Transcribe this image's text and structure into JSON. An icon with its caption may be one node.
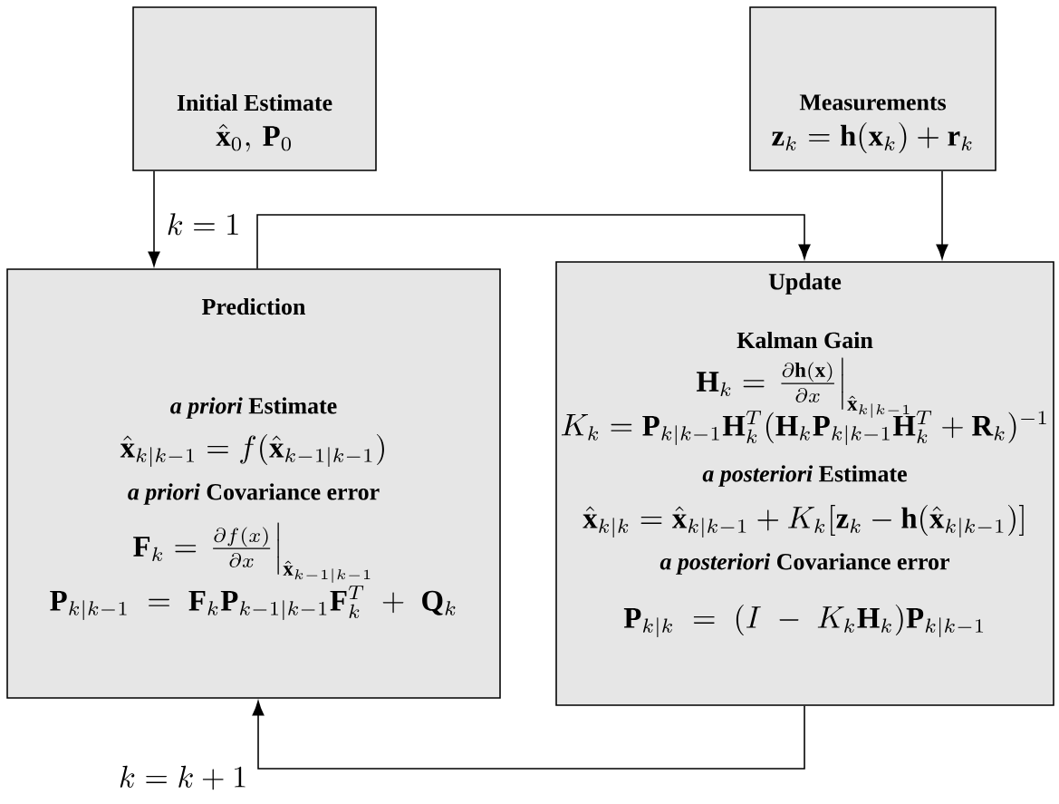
{
  "diagram": {
    "nodes": [
      {
        "text": [
          "Initial Estimate",
          "\\hat{\\mathbf{x}}_0,\\, \\mathbf{P}_0"
        ]
      },
      {
        "text": [
          "Measurements",
          "\\mathbf{z}_k = \\mathbf{h}(\\mathbf{x}_k) + \\mathbf{r}_k"
        ]
      },
      {
        "text": [
          "Prediction",
          "*a priori* Estimate",
          "\\hat{\\mathbf{x}}_{k|k-1} = f(\\hat{\\mathbf{x}}_{k-1|k-1})",
          "*a priori* Covariance error",
          "\\mathbf{F}_k = \\left.\\frac{\\partial f(x)}{\\partial x}\\right|_{\\hat{\\mathbf{x}}_{k-1|k-1}}",
          "\\mathbf{P}_{k|k-1} \\;=\\; \\mathbf{F}_k\\mathbf{P}_{k-1|k-1}\\mathbf{F}_k^T \\;+\\; \\mathbf{Q}_k"
        ]
      },
      {
        "text": [
          "Update",
          "Kalman Gain",
          "\\mathbf{H}_k = \\left.\\frac{\\partial \\mathbf{h}(\\mathbf{x})}{\\partial x}\\right|_{\\hat{\\mathbf{x}}_{k|k-1}}",
          "K_k = \\mathbf{P}_{k|k-1}\\mathbf{H}_k^T(\\mathbf{H}_k\\mathbf{P}_{k|k-1}\\mathbf{H}_k^T + \\mathbf{R}_k)^{-1}",
          "*a posteriori* Estimate",
          "\\hat{\\mathbf{x}}_{k|k} = \\hat{\\mathbf{x}}_{k|k-1} + K_k[\\mathbf{z}_k - \\mathbf{h}(\\hat{\\mathbf{x}}_{k|k-1})]",
          "*a posteriori* Covariance error",
          "\\mathbf{P}_{k|k} \\;=\\; (I \\;-\\; K_k\\mathbf{H}_k)\\mathbf{P}_{k|k-1}"
        ]
      }
    ],
    "edges": [
      {
        "from": 0,
        "to": 2,
        "arrow": "to",
        "label": "k = 1"
      },
      {
        "from": 2,
        "to": 3,
        "arrow": "to"
      },
      {
        "from": 1,
        "to": 3,
        "arrow": "to"
      },
      {
        "from": 3,
        "to": 2,
        "arrow": "to",
        "label": "k = k + 1"
      }
    ]
  }
}
